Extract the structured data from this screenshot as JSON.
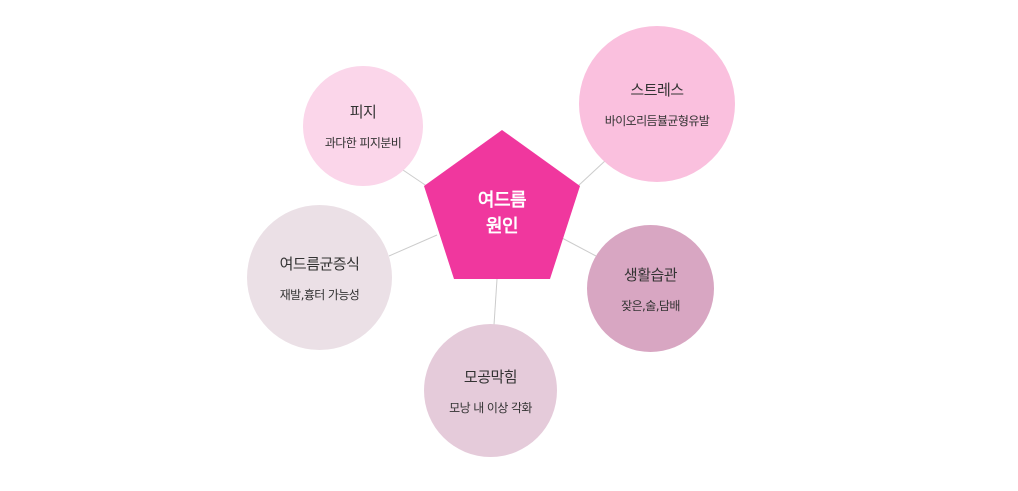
{
  "center": {
    "line1": "여드름",
    "line2": "원인",
    "color": "#f0379e"
  },
  "nodes": [
    {
      "id": "piji",
      "title": "피지",
      "desc": "과다한 피지분비",
      "color": "#fbd6ea"
    },
    {
      "id": "stress",
      "title": "스트레스",
      "desc": "바이오리듬뷸균형유발",
      "color": "#fac0de"
    },
    {
      "id": "syndrome",
      "title": "여드름균증식",
      "desc": "재발,흉터 가능성",
      "color": "#ebe0e6"
    },
    {
      "id": "habit",
      "title": "생활습관",
      "desc": "잦은,술,담배",
      "color": "#d8a6c2"
    },
    {
      "id": "pore",
      "title": "모공막힘",
      "desc": "모낭 내 이상 각화",
      "color": "#e5cbda"
    }
  ],
  "connector_color": "#cccccc"
}
